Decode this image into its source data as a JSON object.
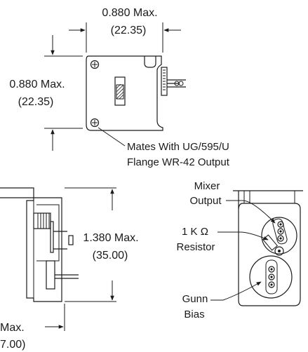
{
  "top_view": {
    "width_dim": {
      "inches": "0.880 Max.",
      "mm": "(22.35)"
    },
    "height_dim": {
      "inches": "0.880 Max.",
      "mm": "(22.35)"
    },
    "flange_note": {
      "line1": "Mates With UG/595/U",
      "line2": "Flange WR-42 Output"
    }
  },
  "side_view": {
    "height_dim": {
      "inches": "1.380 Max.",
      "mm": "(35.00)"
    },
    "depth_dim": {
      "inches": "Max.",
      "mm": "7.00)"
    }
  },
  "detail_view": {
    "mixer_output": {
      "line1": "Mixer",
      "line2": "Output"
    },
    "resistor": {
      "line1": "1 K Ω",
      "line2": "Resistor"
    },
    "gunn_bias": {
      "line1": "Gunn",
      "line2": "Bias"
    }
  },
  "colors": {
    "ink": "#1a1a1a",
    "background": "#ffffff"
  }
}
